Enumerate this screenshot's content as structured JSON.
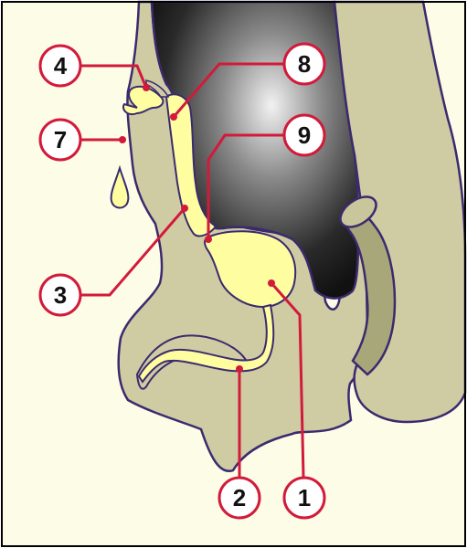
{
  "colors": {
    "background": "#fdfce6",
    "tissue": "#cfcca4",
    "tissue_dark": "#a7a77a",
    "outline": "#3b2a6e",
    "fluid": "#fefda0",
    "leader": "#d21a3a",
    "callout_fill": "#ffffff"
  },
  "callouts": {
    "c1": "1",
    "c2": "2",
    "c3": "3",
    "c4": "4",
    "c7": "7",
    "c8": "8",
    "c9": "9"
  }
}
